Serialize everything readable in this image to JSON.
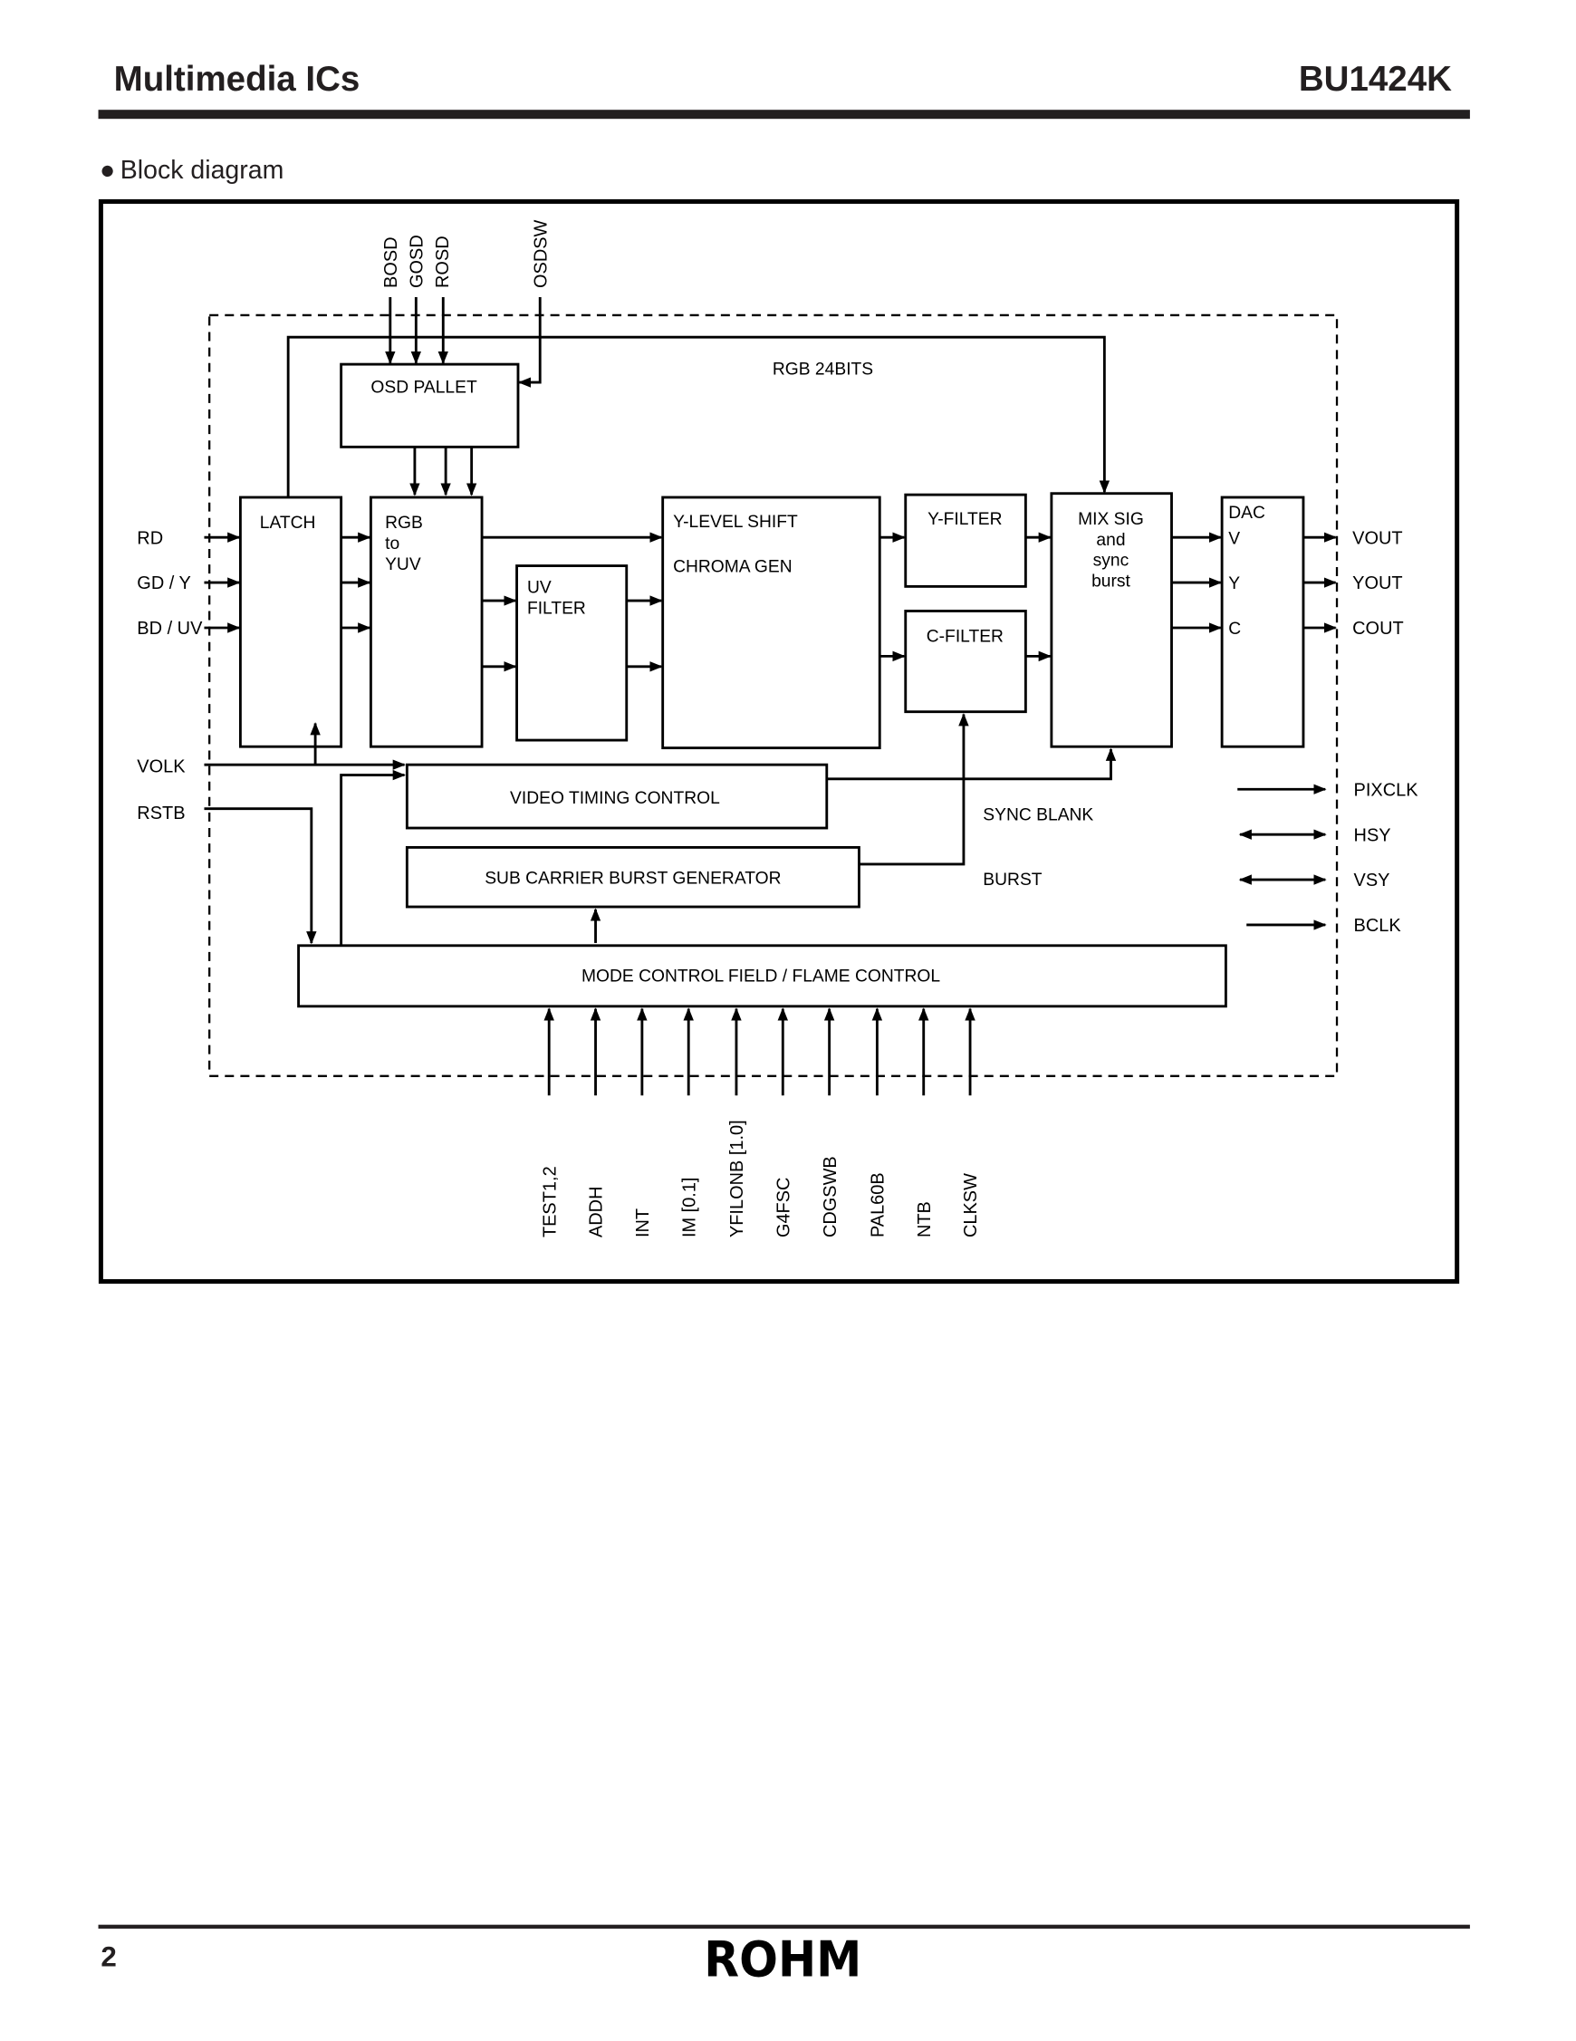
{
  "header": {
    "category": "Multimedia ICs",
    "part_number": "BU1424K"
  },
  "section": {
    "bullet": "●",
    "title": "Block diagram"
  },
  "diagram": {
    "top_inputs": [
      "BOSD",
      "GOSD",
      "ROSD",
      "OSDSW"
    ],
    "bus_label": "RGB 24BITS",
    "blocks": {
      "osd_pallet": "OSD PALLET",
      "latch": "LATCH",
      "rgb_yuv": [
        "RGB",
        "to",
        "YUV"
      ],
      "uv_filter": [
        "UV",
        "FILTER"
      ],
      "ylevel": [
        "Y-LEVEL SHIFT",
        "CHROMA GEN"
      ],
      "y_filter": "Y-FILTER",
      "c_filter": "C-FILTER",
      "mix": [
        "MIX SIG",
        "and",
        "sync",
        "burst"
      ],
      "dac": [
        "DAC",
        "V",
        "Y",
        "C"
      ],
      "video_timing": "VIDEO TIMING CONTROL",
      "subcarrier": "SUB CARRIER BURST GENERATOR",
      "mode_control": "MODE CONTROL  FIELD / FLAME CONTROL"
    },
    "left_inputs": [
      "RD",
      "GD / Y",
      "BD / UV",
      "VOLK",
      "RSTB"
    ],
    "right_outputs": [
      "VOUT",
      "YOUT",
      "COUT"
    ],
    "right_clock_pins": [
      "PIXCLK",
      "HSY",
      "VSY",
      "BCLK"
    ],
    "signal_labels": [
      "SYNC  BLANK",
      "BURST"
    ],
    "bottom_inputs": [
      "TEST1,2",
      "ADDH",
      "INT",
      "IM [0.1]",
      "YFILONB [1.0]",
      "G4FSC",
      "CDGSWB",
      "PAL60B",
      "NTB",
      "CLKSW"
    ]
  },
  "footer": {
    "page_number": "2",
    "logo": "ROHM"
  }
}
